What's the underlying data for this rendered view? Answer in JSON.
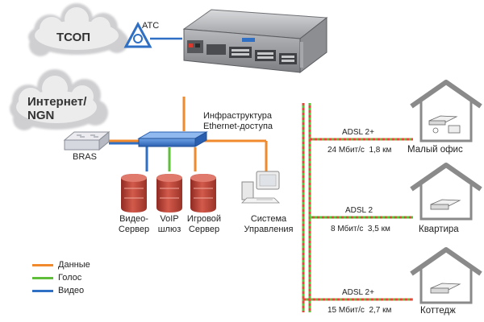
{
  "clouds": {
    "pstn": "ТСОП",
    "internet_line1": "Интернет/",
    "internet_line2": "NGN"
  },
  "exchange_label": "АТС",
  "bras_label": "BRAS",
  "infrastructure": {
    "line1": "Инфраструктура",
    "line2": "Ethernet-доступа"
  },
  "servers": [
    {
      "line1": "Видео-",
      "line2": "Сервер"
    },
    {
      "line1": "VoIP",
      "line2": "шлюз"
    },
    {
      "line1": "Игровой",
      "line2": "Сервер"
    }
  ],
  "management": {
    "line1": "Система",
    "line2": "Управления"
  },
  "links": [
    {
      "tech": "ADSL 2+",
      "speed": "24 Мбит/с",
      "distance": "1,8 км",
      "site": "Малый офис"
    },
    {
      "tech": "ADSL 2",
      "speed": "8 Мбит/с",
      "distance": "3,5 км",
      "site": "Квартира"
    },
    {
      "tech": "ADSL 2+",
      "speed": "15 Мбит/с",
      "distance": "2,7 км",
      "site": "Коттедж"
    }
  ],
  "legend": [
    {
      "label": "Данные",
      "color": "#f08a2c"
    },
    {
      "label": "Голос",
      "color": "#5fbf3a"
    },
    {
      "label": "Видео",
      "color": "#2f6fc4"
    }
  ],
  "colors": {
    "data": "#f08a2c",
    "voice": "#5fbf3a",
    "video": "#2f6fc4",
    "line_dot_red": "#e0483a",
    "line_dot_green": "#5fbf3a",
    "server_red": "#c0473a",
    "switch_blue": "#2f6fc4"
  }
}
